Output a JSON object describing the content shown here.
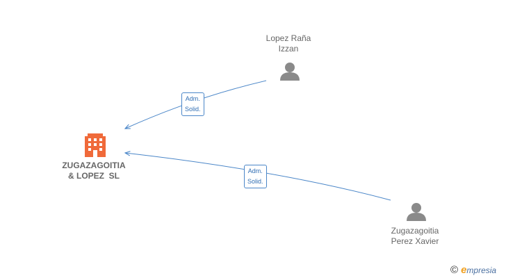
{
  "nodes": {
    "company": {
      "line1": "ZUGAZAGOITIA",
      "line2": "& LOPEZ  SL",
      "icon": "building-icon",
      "color": "#f06a3a"
    },
    "person1": {
      "line1": "Lopez Raña",
      "line2": "Izzan",
      "icon": "person-icon",
      "color": "#8a8a8a"
    },
    "person2": {
      "line1": "Zugazagoitia",
      "line2": "Perez Xavier",
      "icon": "person-icon",
      "color": "#8a8a8a"
    }
  },
  "edges": [
    {
      "from": "person1",
      "to": "company",
      "label_line1": "Adm.",
      "label_line2": "Solid."
    },
    {
      "from": "person2",
      "to": "company",
      "label_line1": "Adm.",
      "label_line2": "Solid."
    }
  ],
  "colors": {
    "edge": "#4a86c8",
    "text": "#666666"
  },
  "brand": {
    "copyright": "©",
    "first_letter": "e",
    "rest": "mpresia"
  }
}
